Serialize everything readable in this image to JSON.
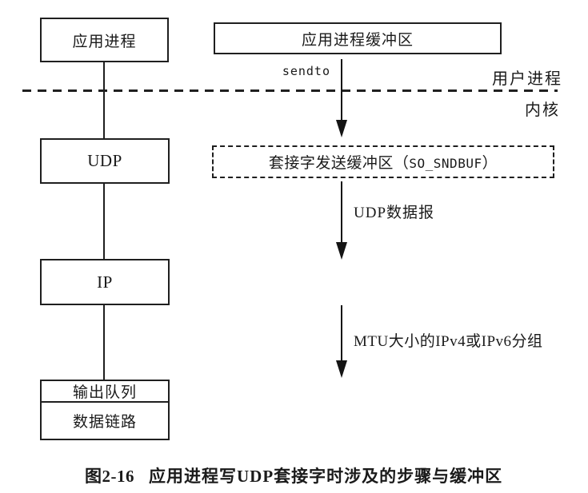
{
  "protocol_stack": {
    "app_process": "应用进程",
    "udp": "UDP",
    "ip": "IP",
    "output_queue": "输出队列",
    "datalink": "数据链路"
  },
  "flow": {
    "app_buffer": "应用进程缓冲区",
    "sendto": "sendto",
    "user_process": "用户进程",
    "kernel": "内核",
    "socket_buffer_prefix": "套接字发送缓冲区（",
    "socket_buffer_code": "SO_SNDBUF",
    "socket_buffer_suffix": "）",
    "udp_datagram": "UDP数据报",
    "mtu_packets": "MTU大小的IPv4或IPv6分组"
  },
  "caption": {
    "label": "图2-16",
    "text": "应用进程写UDP套接字时涉及的步骤与缓冲区"
  },
  "colors": {
    "ink": "#1a1a1a",
    "background": "#ffffff"
  }
}
